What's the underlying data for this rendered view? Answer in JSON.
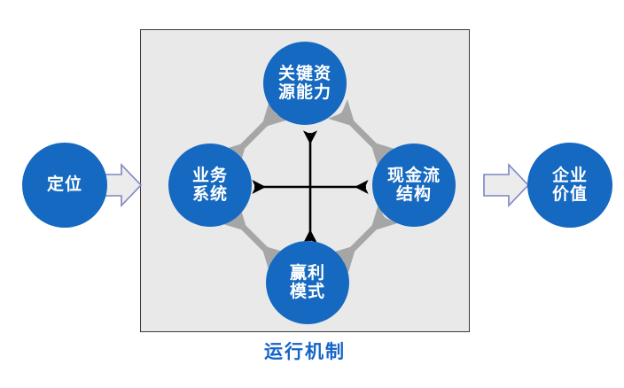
{
  "diagram": {
    "title_caption": "运行机制",
    "colors": {
      "circle_fill": "#1569c0",
      "circle_text": "#ffffff",
      "box_fill": "#e9e9e9",
      "box_border": "#3a3a3a",
      "diagonal_arrow": "#a6a6a6",
      "cross_arrow": "#000000",
      "block_arrow_fill": "#ececec",
      "block_arrow_border": "#7b86c4",
      "caption_text": "#1565c8"
    },
    "input_node": {
      "label": "定位",
      "lines": [
        "定位"
      ]
    },
    "output_node": {
      "label": "企业价值",
      "lines": [
        "企业",
        "价值"
      ]
    },
    "mechanism_nodes": [
      {
        "id": "key-resource",
        "label": "关键资源能力",
        "lines": [
          "关键资",
          "源能力"
        ],
        "position": "top"
      },
      {
        "id": "business-system",
        "label": "业务系统",
        "lines": [
          "业务",
          "系统"
        ],
        "position": "left"
      },
      {
        "id": "cashflow",
        "label": "现金流结构",
        "lines": [
          "现金流",
          "结构"
        ],
        "position": "right"
      },
      {
        "id": "profit-model",
        "label": "赢利模式",
        "lines": [
          "赢利",
          "模式"
        ],
        "position": "bottom"
      }
    ],
    "connectors": {
      "diagonal": [
        {
          "from": "business-system",
          "to": "key-resource",
          "style": "double-headed",
          "color": "#a6a6a6"
        },
        {
          "from": "key-resource",
          "to": "cashflow",
          "style": "double-headed",
          "color": "#a6a6a6"
        },
        {
          "from": "cashflow",
          "to": "profit-model",
          "style": "double-headed",
          "color": "#a6a6a6"
        },
        {
          "from": "profit-model",
          "to": "business-system",
          "style": "double-headed",
          "color": "#a6a6a6"
        }
      ],
      "cross": [
        {
          "axis": "horizontal",
          "style": "double-headed",
          "color": "#000000"
        },
        {
          "axis": "vertical",
          "style": "double-headed",
          "color": "#000000"
        }
      ],
      "block_arrows": [
        {
          "id": "input-arrow",
          "direction": "right",
          "from": "定位",
          "to": "运行机制"
        },
        {
          "id": "output-arrow",
          "direction": "right",
          "from": "运行机制",
          "to": "企业价值"
        }
      ]
    }
  }
}
